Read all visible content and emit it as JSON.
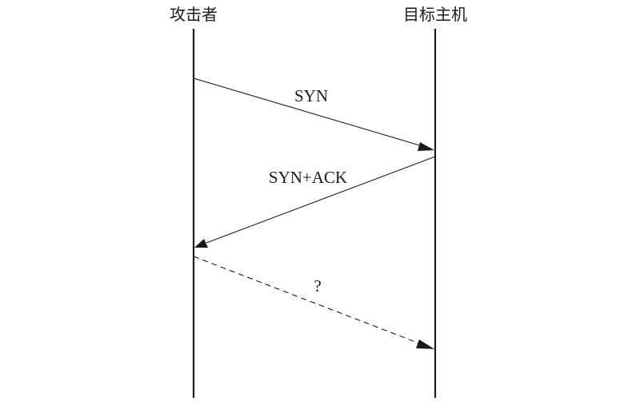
{
  "diagram": {
    "participants": {
      "attacker": "攻击者",
      "target": "目标主机"
    },
    "messages": [
      {
        "label": "SYN",
        "from": "attacker",
        "to": "target",
        "style": "solid"
      },
      {
        "label": "SYN+ACK",
        "from": "target",
        "to": "attacker",
        "style": "solid"
      },
      {
        "label": "?",
        "from": "attacker",
        "to": "target",
        "style": "dashed"
      }
    ],
    "colors": {
      "line": "#1a1a1a",
      "background": "#ffffff"
    }
  }
}
